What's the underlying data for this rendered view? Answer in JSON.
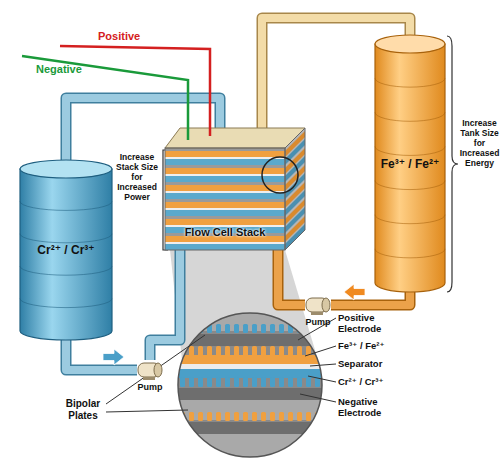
{
  "diagram": {
    "nodes": [
      {
        "text": [
          "Cr²⁺ / Cr³⁺"
        ]
      },
      {
        "text": [
          "Flow Cell Stack"
        ]
      },
      {
        "text": [
          "Fe³⁺ / Fe²⁺"
        ]
      },
      {
        "text": [
          "Pump"
        ]
      },
      {
        "text": [
          "Pump"
        ]
      }
    ],
    "edges": [
      {
        "from": 1,
        "to": 0,
        "arrow": "none"
      },
      {
        "from": 1,
        "to": 2,
        "arrow": "none"
      },
      {
        "from": 0,
        "to": 3,
        "arrow": "to"
      },
      {
        "from": 3,
        "to": 1,
        "arrow": "none"
      },
      {
        "from": 2,
        "to": 4,
        "arrow": "to"
      },
      {
        "from": 4,
        "to": 1,
        "arrow": "none"
      }
    ],
    "labels": [
      "Positive",
      "Negative",
      "Increase Stack Size for Increased Power",
      "Increase Tank Size for Increased Energy",
      "Positive Electrode",
      "Fe³⁺ / Fe²⁺",
      "Separator",
      "Cr²⁺ / Cr³⁺",
      "Negative Electrode",
      "Bipolar Plates"
    ]
  }
}
